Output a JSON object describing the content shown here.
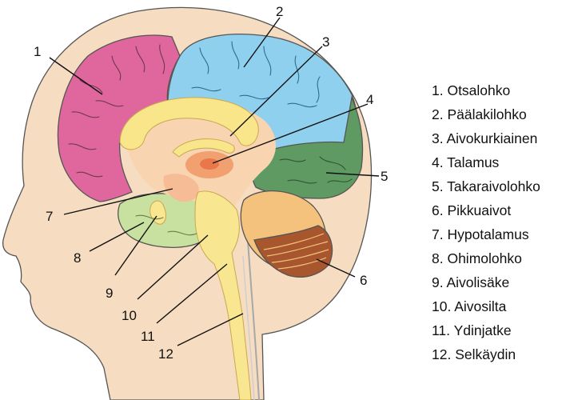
{
  "markers": [
    "1",
    "2",
    "3",
    "4",
    "5",
    "6",
    "7",
    "8",
    "9",
    "10",
    "11",
    "12"
  ],
  "legend": [
    "1. Otsalohko",
    "2. Päälakilohko",
    "3. Aivokurkiainen",
    "4. Talamus",
    "5. Takaraivolohko",
    "6. Pikkuaivot",
    "7. Hypotalamus",
    "8. Ohimolohko",
    "9. Aivolisäke",
    "10. Aivosilta",
    "11. Ydinjatke",
    "12. Selkäydin"
  ],
  "colors": {
    "skin": "#f6dcc0",
    "frontal_lobe": "#e0679d",
    "parietal_lobe": "#8fd0ee",
    "occipital_lobe": "#5e9a62",
    "temporal_lobe": "#c8e0a0",
    "cerebellum": "#f4c27c",
    "corpus_callosum": "#f9e68a",
    "brainstem": "#f9e690",
    "thalamus": "#f2a070",
    "hypothalamus": "#f6bc95"
  }
}
